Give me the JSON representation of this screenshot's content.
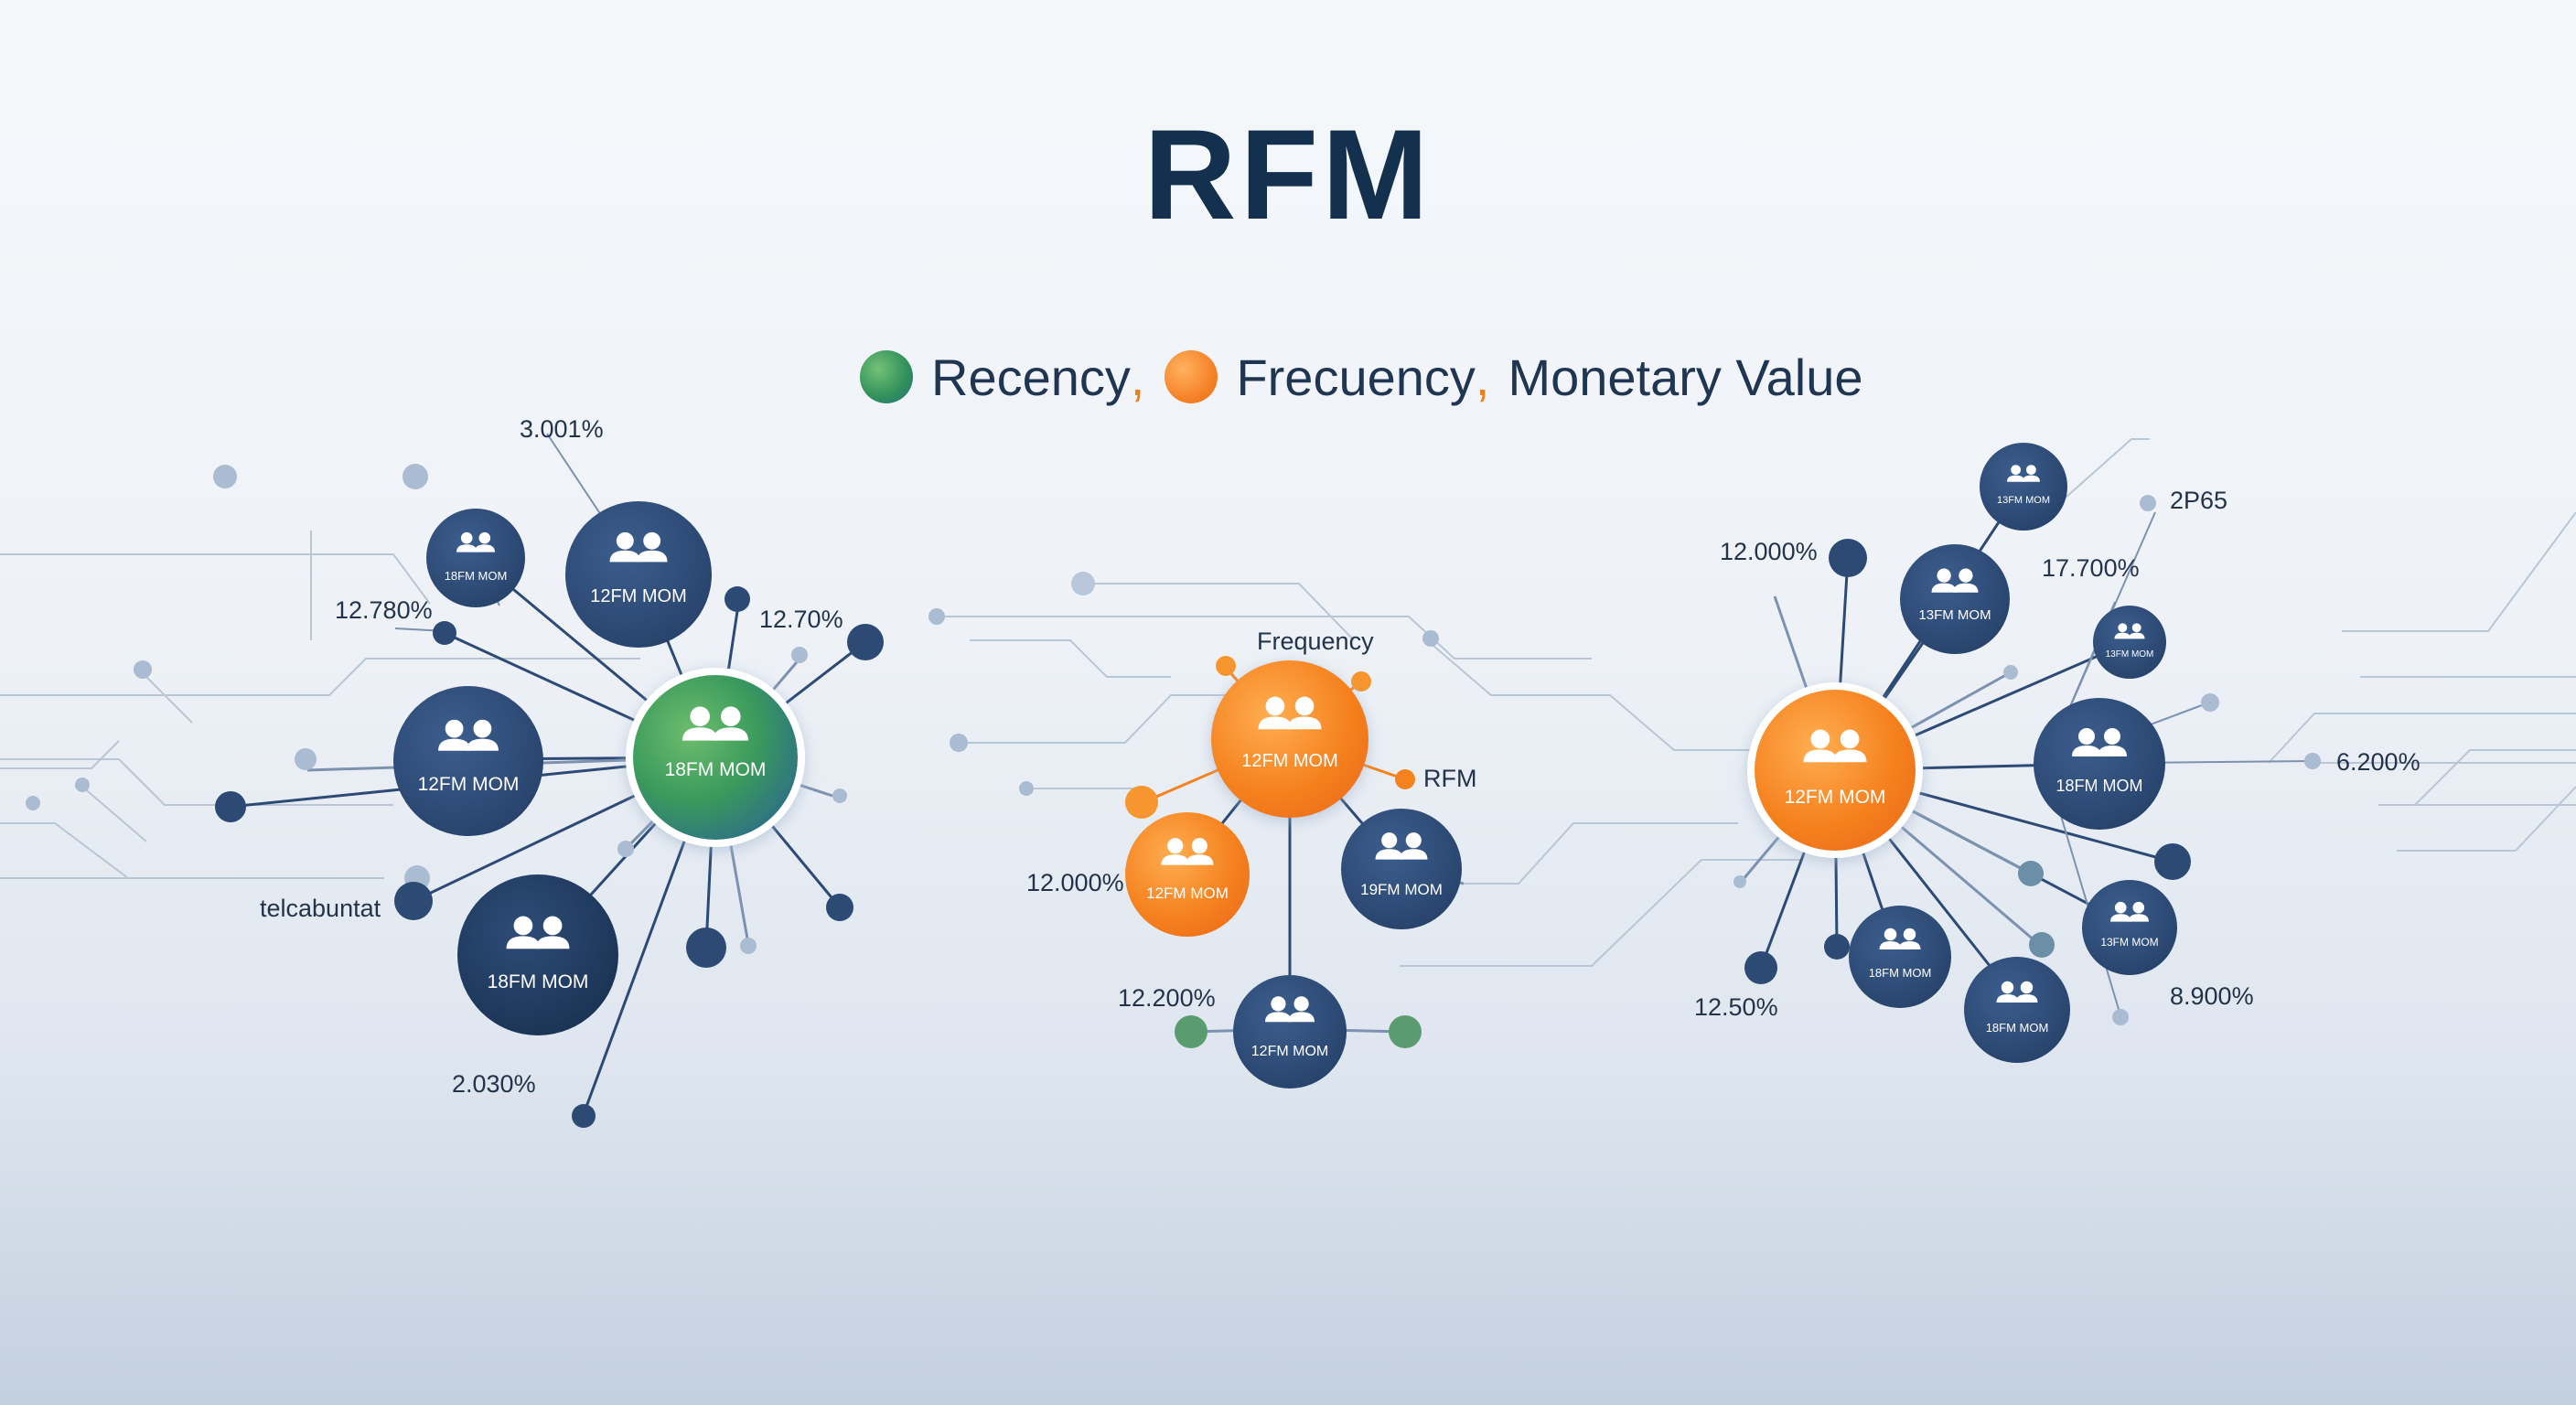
{
  "title": "RFM",
  "legend": {
    "recency": "Recency",
    "frequency": "Frecuency",
    "monetary": "Monetary Value",
    "separator": ",",
    "colors": {
      "green": "#3f9a63",
      "orange": "#f5821f",
      "navy": "#2e4c78"
    }
  },
  "node_labels": {
    "l_small": "18FM MOM",
    "l_big": "12FM MOM",
    "l_left": "12FM MOM",
    "l_bottom": "18FM MOM",
    "l_center": "18FM MOM",
    "m_center": "12FM MOM",
    "m_left": "12FM MOM",
    "m_right": "19FM MOM",
    "m_bottom": "12FM MOM",
    "r_top": "13FM MOM",
    "r_upper": "13FM MOM",
    "r_small": "13FM MOM",
    "r_right": "18FM MOM",
    "r_center": "12FM MOM",
    "r_lower_right": "13FM MOM",
    "r_bottom_a": "18FM MOM",
    "r_bottom_b": "18FM MOM"
  },
  "annotations": {
    "p1": "3.001%",
    "p2": "12.780%",
    "p3": "12.70%",
    "p4": "telcabuntat",
    "p5": "2.030%",
    "p6": "Frequency",
    "p7": "RFM",
    "p8": "12.000%",
    "p9": "12.200%",
    "p10": "12.000%",
    "p11": "2P65",
    "p12": "17.700%",
    "p13": "6.200%",
    "p14": "8.900%",
    "p15": "12.50%"
  }
}
